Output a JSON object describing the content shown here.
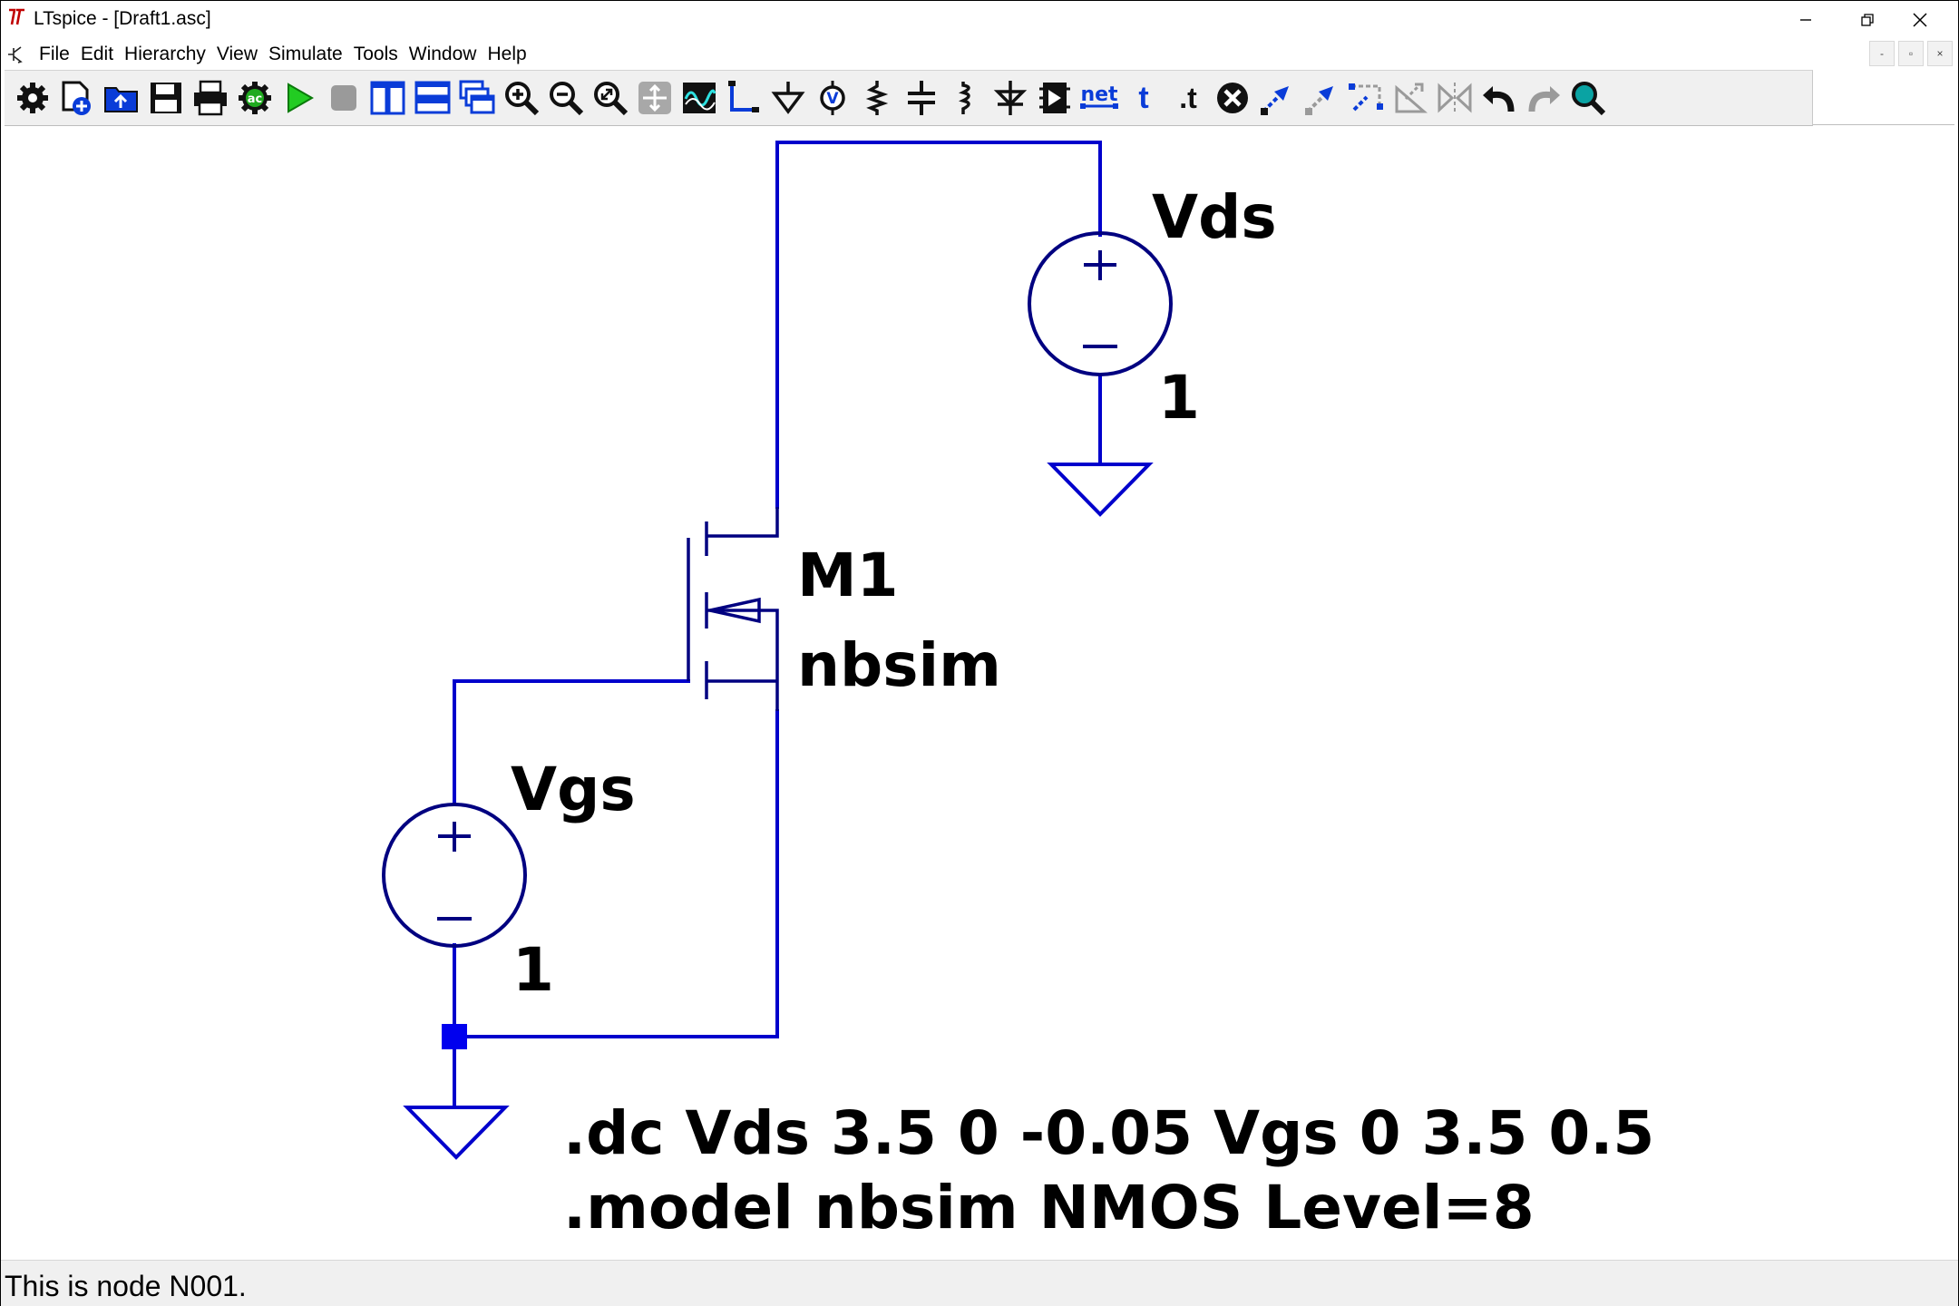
{
  "window": {
    "title": "LTspice - [Draft1.asc]",
    "controls": [
      "minimize-icon",
      "restore-icon",
      "close-icon"
    ]
  },
  "menu": {
    "items": [
      "File",
      "Edit",
      "Hierarchy",
      "View",
      "Simulate",
      "Tools",
      "Window",
      "Help"
    ],
    "mdi_controls": [
      "-",
      "▫",
      "×"
    ]
  },
  "toolbar": {
    "icons": [
      "gear-icon",
      "new-schematic-icon",
      "open-folder-icon",
      "save-icon",
      "print-icon",
      "ac-setup-icon",
      "run-icon",
      "halt-icon",
      "tile-vertical-icon",
      "tile-horizontal-icon",
      "cascade-icon",
      "zoom-in-icon",
      "zoom-out-icon",
      "zoom-fit-icon",
      "pan-icon",
      "waveform-icon",
      "draw-wire-icon",
      "ground-icon",
      "voltage-source-icon",
      "resistor-icon",
      "capacitor-icon",
      "inductor-icon",
      "diode-icon",
      "component-icon",
      "net-label-icon",
      "text-icon",
      "spice-directive-icon",
      "delete-icon",
      "duplicate-icon",
      "move-icon",
      "drag-icon",
      "rotate-icon",
      "mirror-icon",
      "undo-icon",
      "redo-icon",
      "find-icon"
    ],
    "net_label": "net",
    "text_label": "t",
    "directive_label": ".t"
  },
  "schematic": {
    "vds": {
      "name": "Vds",
      "value": "1"
    },
    "vgs": {
      "name": "Vgs",
      "value": "1"
    },
    "mosfet": {
      "name": "M1",
      "model": "nbsim"
    },
    "directives": [
      ".dc Vds 3.5 0 -0.05 Vgs 0 3.5 0.5",
      ".model nbsim NMOS Level=8"
    ],
    "wire_color": "#0000cc",
    "symbol_color": "#000080"
  },
  "status": {
    "text": "This is node N001."
  }
}
